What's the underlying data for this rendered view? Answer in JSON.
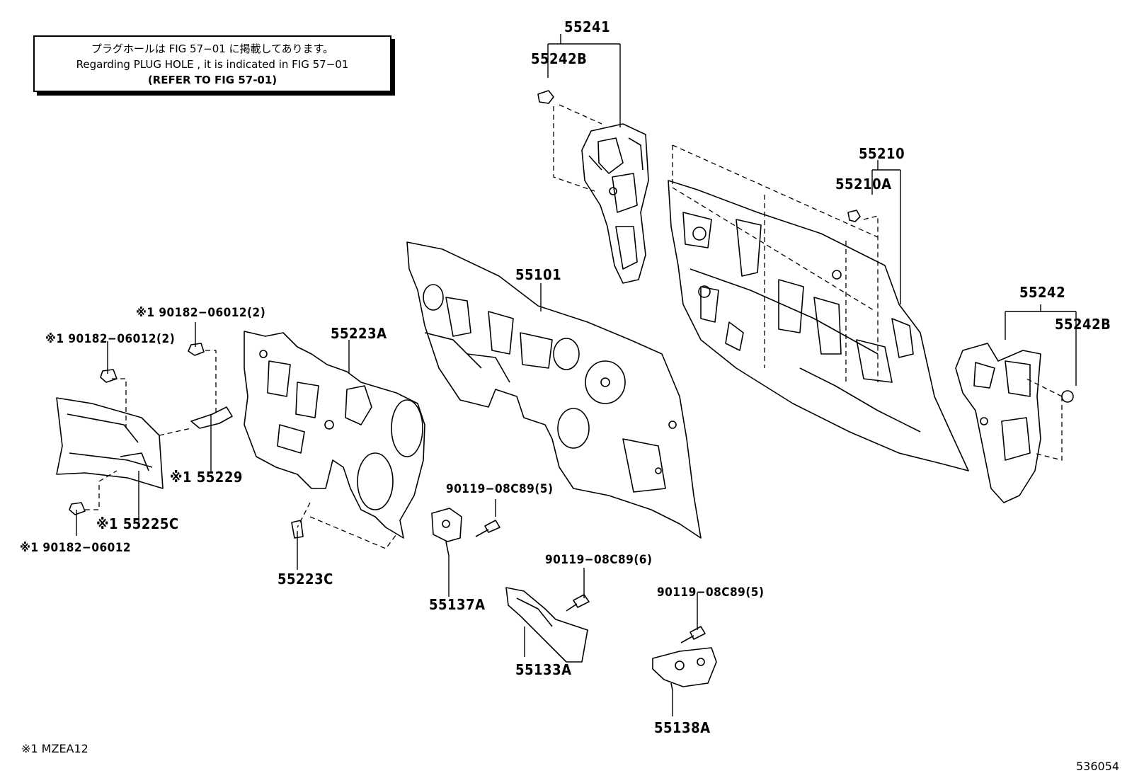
{
  "note": {
    "line1": "プラグホールは FIG  57−01 に掲載してあります。",
    "line2": "Regarding  PLUG  HOLE , it is indicated in FIG  57−01",
    "line3": "(REFER  TO  FIG  57-01)"
  },
  "parts": {
    "p55241": "55241",
    "p55242B_top": "55242B",
    "p55210": "55210",
    "p55210A": "55210A",
    "p55242": "55242",
    "p55242B_right": "55242B",
    "p55101": "55101",
    "p55223A": "55223A",
    "p55223C": "55223C",
    "p55229": "※1 55229",
    "p55225C": "※1 55225C",
    "nut_a": "※1 90182−06012(2)",
    "nut_b": "※1 90182−06012(2)",
    "nut_c": "※1 90182−06012",
    "bolt_a": "90119−08C89(5)",
    "p55137A": "55137A",
    "bolt_b": "90119−08C89(6)",
    "p55133A": "55133A",
    "bolt_c": "90119−08C89(5)",
    "p55138A": "55138A"
  },
  "footnote": "※1 MZEA12",
  "figure_number": "536054"
}
